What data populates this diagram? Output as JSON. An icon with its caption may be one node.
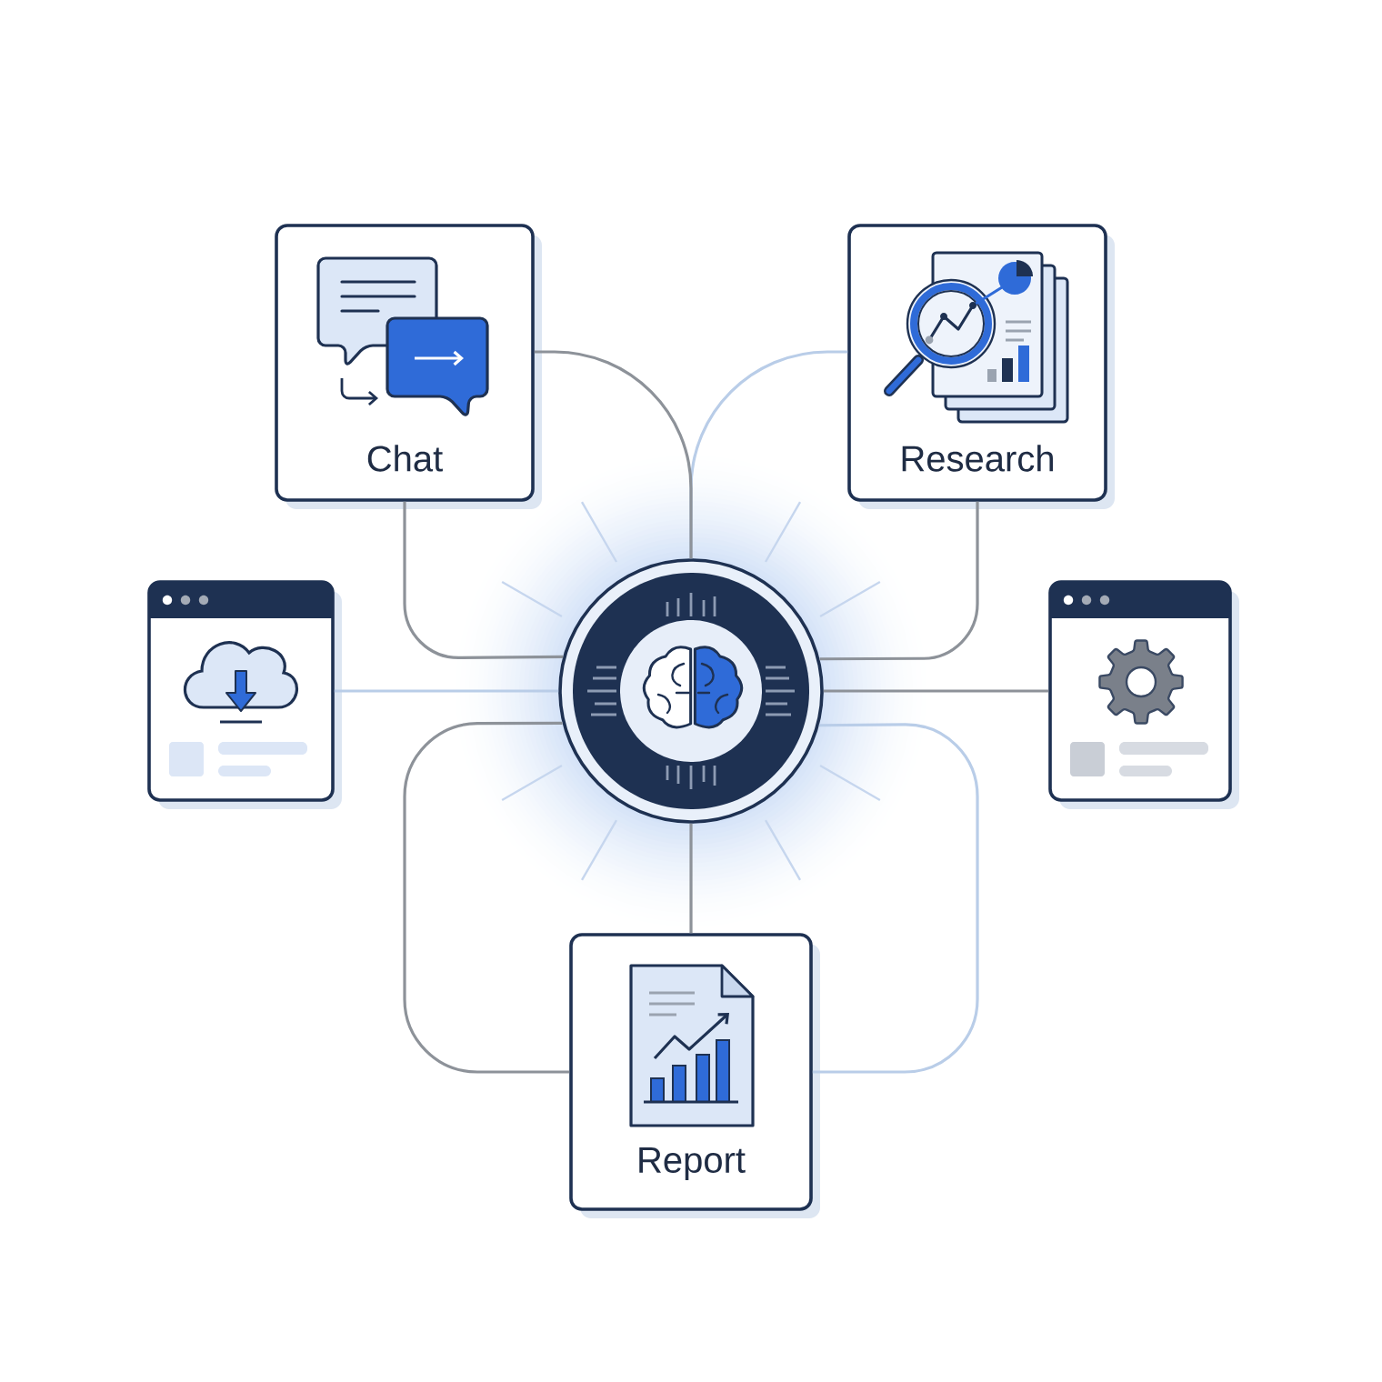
{
  "diagram": {
    "nodes": [
      {
        "text": [
          "Chat"
        ]
      },
      {
        "text": [
          "Research"
        ]
      },
      {
        "text": [],
        "shape": "circle"
      },
      {
        "text": [],
        "shape": "box"
      },
      {
        "text": [],
        "shape": "box"
      },
      {
        "text": [
          "Report"
        ]
      }
    ],
    "edges": [
      {
        "from": 0,
        "to": 2,
        "arrow": "none"
      },
      {
        "from": 1,
        "to": 2,
        "arrow": "none",
        "color": "#b9cde8"
      },
      {
        "from": 0,
        "to": 2,
        "arrow": "none"
      },
      {
        "from": 1,
        "to": 2,
        "arrow": "none"
      },
      {
        "from": 3,
        "to": 2,
        "arrow": "none",
        "color": "#b9cde8"
      },
      {
        "from": 4,
        "to": 2,
        "arrow": "none"
      },
      {
        "from": 2,
        "to": 5,
        "arrow": "none"
      },
      {
        "from": 2,
        "to": 5,
        "arrow": "none"
      },
      {
        "from": 2,
        "to": 5,
        "arrow": "none",
        "color": "#b9cde8"
      }
    ]
  }
}
